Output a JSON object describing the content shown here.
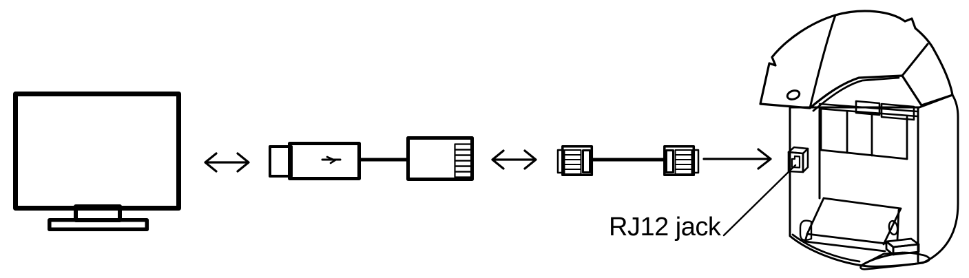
{
  "diagram": {
    "background_color": "#ffffff",
    "line_color": "#000000",
    "labels": {
      "rj12_jack": "RJ12 jack"
    },
    "components": {
      "monitor": "computer-monitor",
      "arrow_left": "double-headed-arrow",
      "usb_adapter": "usb-plug-adapter-cable",
      "arrow_middle": "double-headed-arrow",
      "rj12_cable": "rj12-cable-with-plugs",
      "arrow_right": "single-headed-arrow",
      "printer": "printer-with-rj12-jack"
    }
  }
}
